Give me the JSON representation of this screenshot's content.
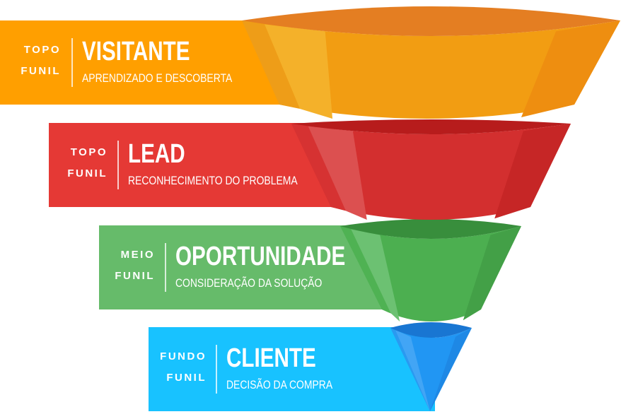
{
  "diagram": {
    "type": "sales-funnel",
    "stages": [
      {
        "label_line1": "TOPO",
        "label_line2": "FUNIL",
        "title": "VISITANTE",
        "subtitle": "APRENDIZADO E DESCOBERTA",
        "colors": {
          "band": "#FF9F00",
          "rim": "#E47E22",
          "body": "#F29D12",
          "light": "#F4B12A",
          "edge": "#EE9D18",
          "right": "#EE8E10"
        }
      },
      {
        "label_line1": "TOPO",
        "label_line2": "FUNIL",
        "title": "LEAD",
        "subtitle": "RECONHECIMENTO DO PROBLEMA",
        "colors": {
          "band": "#E53935",
          "rim": "#B71C1C",
          "body": "#D32F2F",
          "light": "#DC5050",
          "edge": "#D63232",
          "right": "#C62626"
        }
      },
      {
        "label_line1": "MEIO",
        "label_line2": "FUNIL",
        "title": "OPORTUNIDADE",
        "subtitle": "CONSIDERAÇÃO DA SOLUÇÃO",
        "colors": {
          "band": "#66BB6A",
          "rim": "#388E3C",
          "body": "#4CAF50",
          "light": "#6CC172",
          "edge": "#4FB253",
          "right": "#43A047"
        }
      },
      {
        "label_line1": "FUNDO",
        "label_line2": "FUNIL",
        "title": "CLIENTE",
        "subtitle": "DECISÃO DA COMPRA",
        "colors": {
          "band": "#18C2FF",
          "rim": "#1976D2",
          "body": "#2196F3",
          "light": "#42A5F5",
          "edge": "#2A9AF0",
          "right": "#1E88E5"
        }
      }
    ]
  }
}
